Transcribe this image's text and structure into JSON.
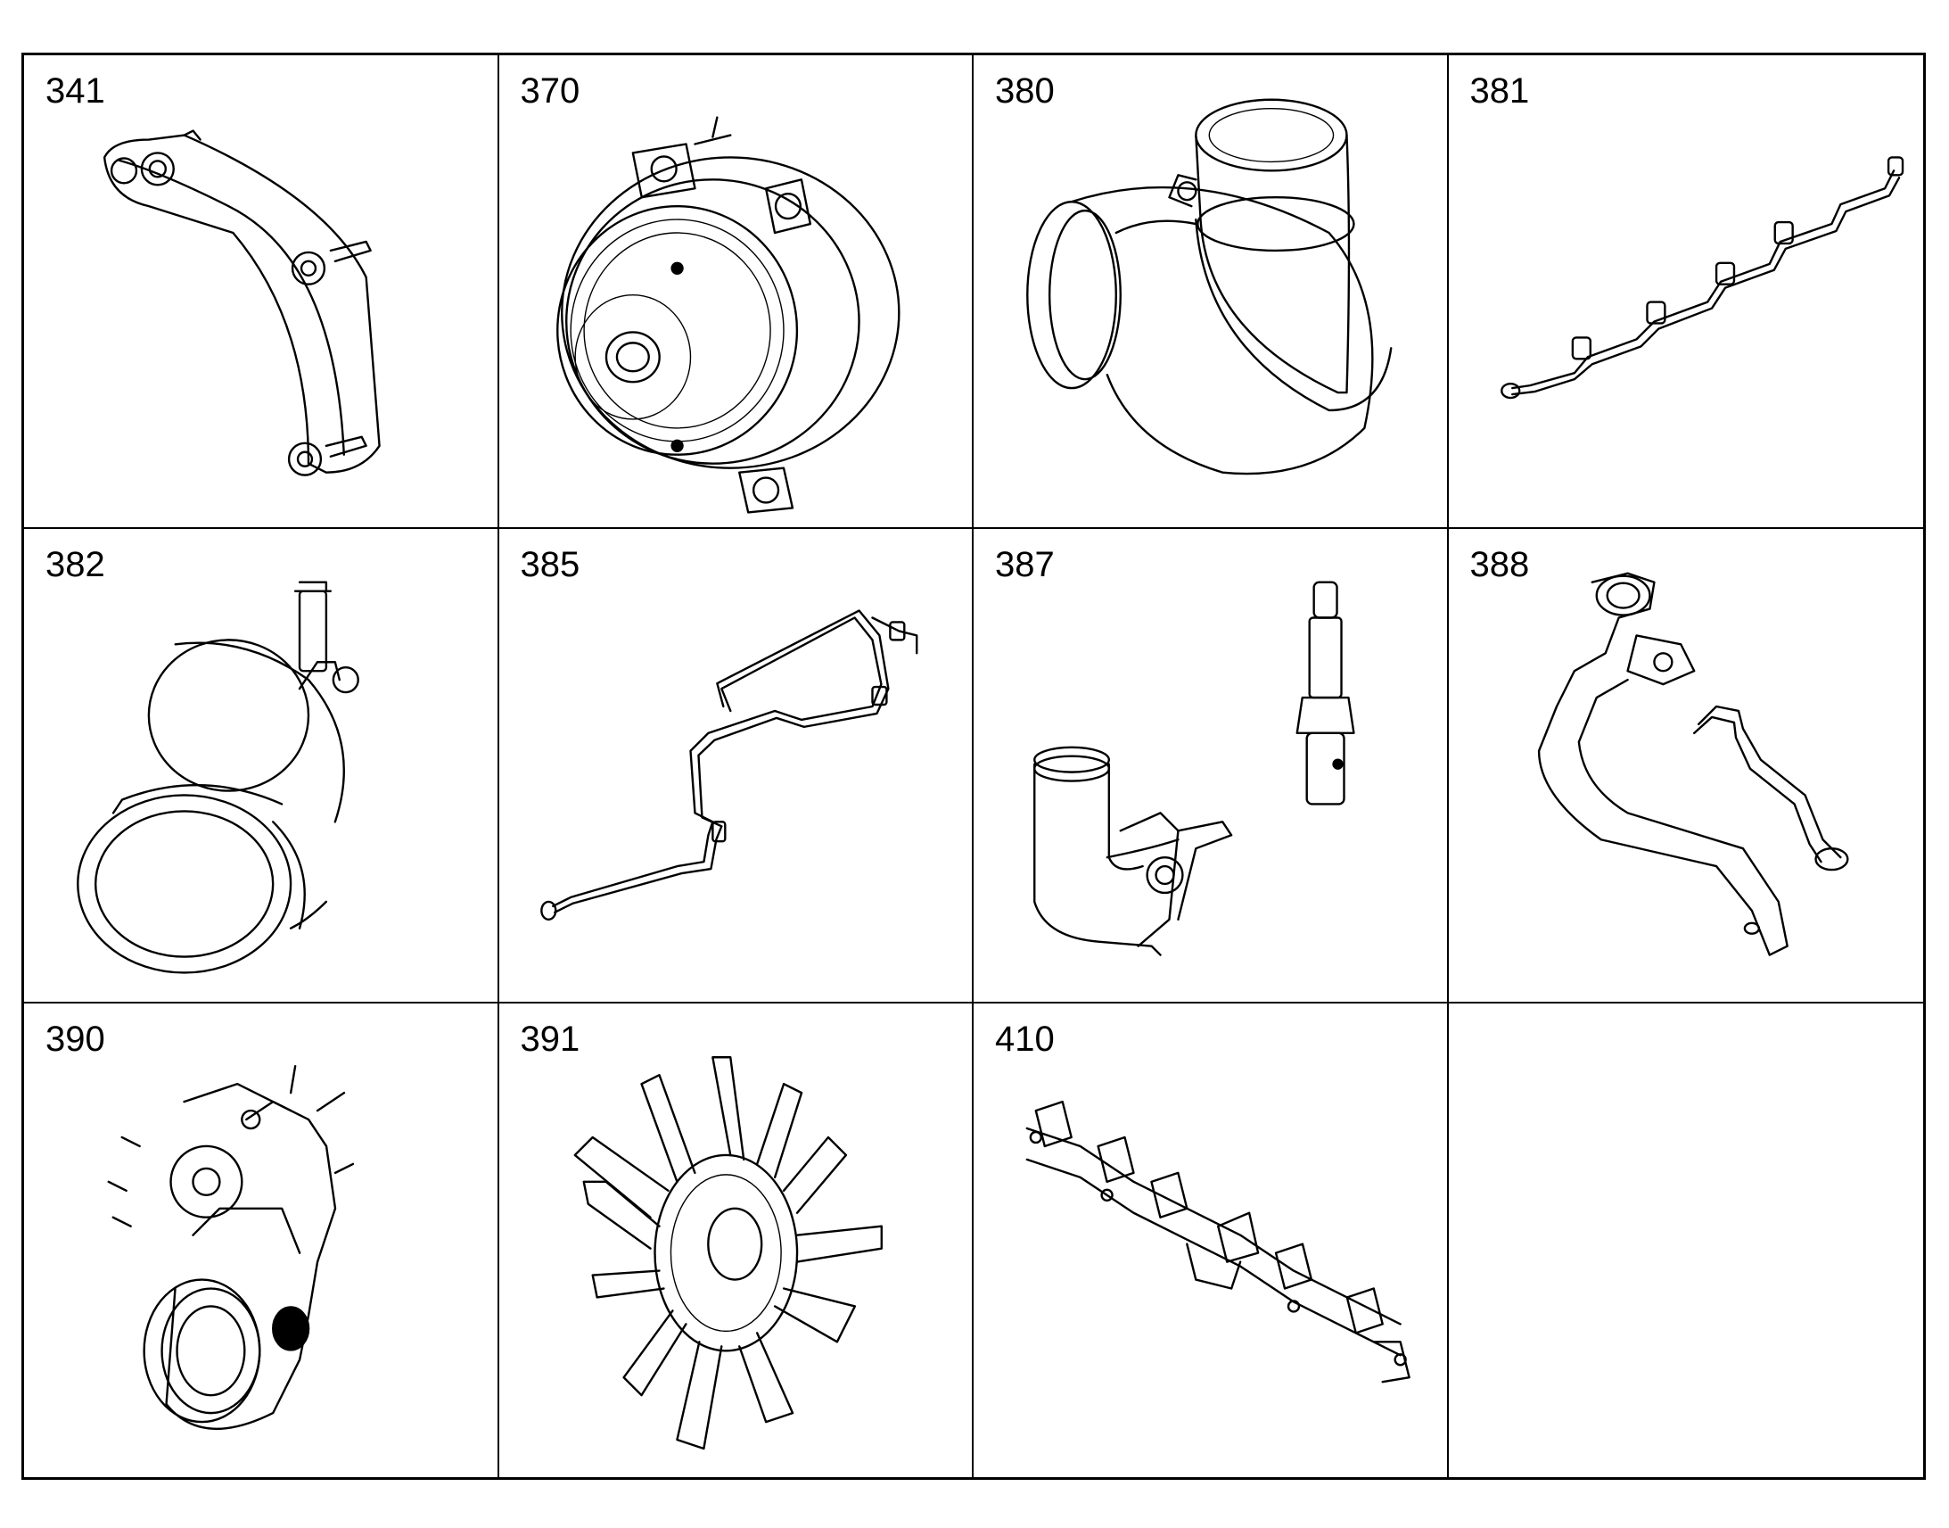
{
  "cells": [
    {
      "number": "341",
      "icon": "bracket-icon"
    },
    {
      "number": "370",
      "icon": "water-pump-icon"
    },
    {
      "number": "380",
      "icon": "thermostat-housing-icon"
    },
    {
      "number": "381",
      "icon": "wiring-harness-icon"
    },
    {
      "number": "382",
      "icon": "elbow-connector-icon"
    },
    {
      "number": "385",
      "icon": "pipe-line-icon"
    },
    {
      "number": "387",
      "icon": "pipe-and-sensor-icon"
    },
    {
      "number": "388",
      "icon": "coolant-pipes-icon"
    },
    {
      "number": "390",
      "icon": "belt-drive-icon"
    },
    {
      "number": "391",
      "icon": "fan-icon"
    },
    {
      "number": "410",
      "icon": "manifold-icon"
    },
    {
      "number": "",
      "icon": ""
    }
  ]
}
